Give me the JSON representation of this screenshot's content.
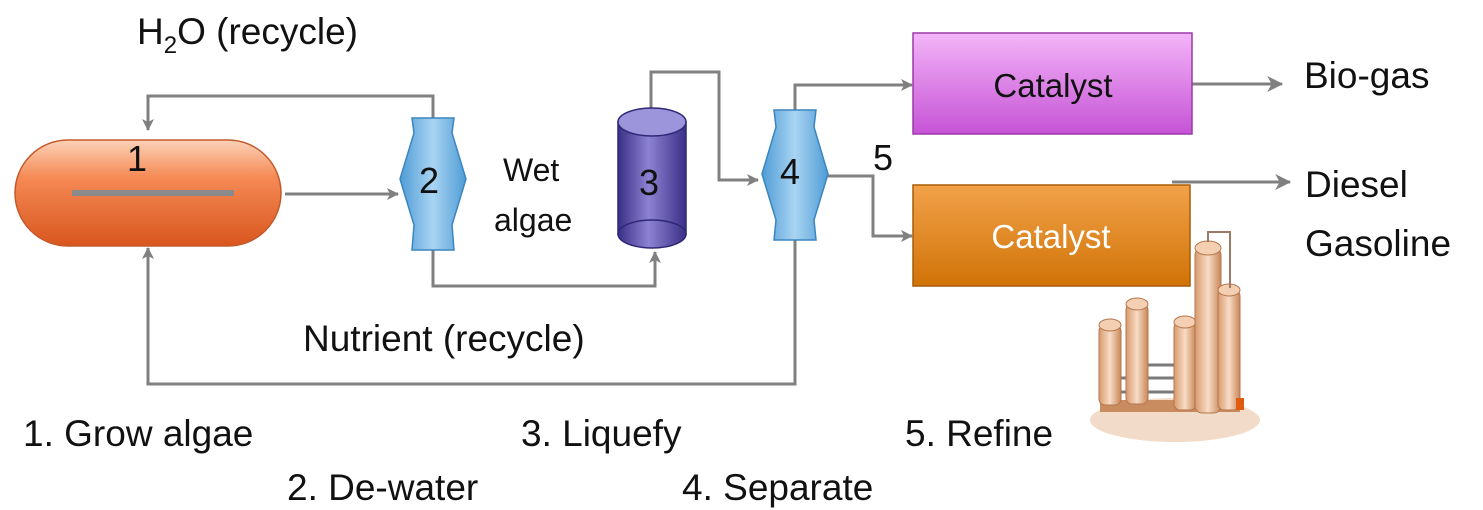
{
  "diagram": {
    "h2o_label": {
      "main": "H",
      "sub": "2",
      "rest": "O (recycle)"
    },
    "nutrient_label": "Nutrient (recycle)",
    "wet_algae_label": [
      "Wet",
      "algae"
    ],
    "node_numbers": {
      "n1": "1",
      "n2": "2",
      "n3": "3",
      "n4": "4",
      "n5": "5"
    },
    "catalyst_top": "Catalyst",
    "catalyst_bottom": "Catalyst",
    "outputs": {
      "biogas": "Bio-gas",
      "diesel": "Diesel",
      "gasoline": "Gasoline"
    },
    "steps": {
      "s1": "1. Grow algae",
      "s2": "2. De-water",
      "s3": "3. Liquefy",
      "s4": "4. Separate",
      "s5": "5. Refine"
    },
    "colors": {
      "line": "#808080",
      "reactor": "#f07a45",
      "hexagon": "#7cb7e0",
      "cylinder": "#6b5fb5",
      "catalyst_top": "#cf5fdc",
      "catalyst_bottom": "#e07d10",
      "refinery": "#e8b48a"
    }
  }
}
